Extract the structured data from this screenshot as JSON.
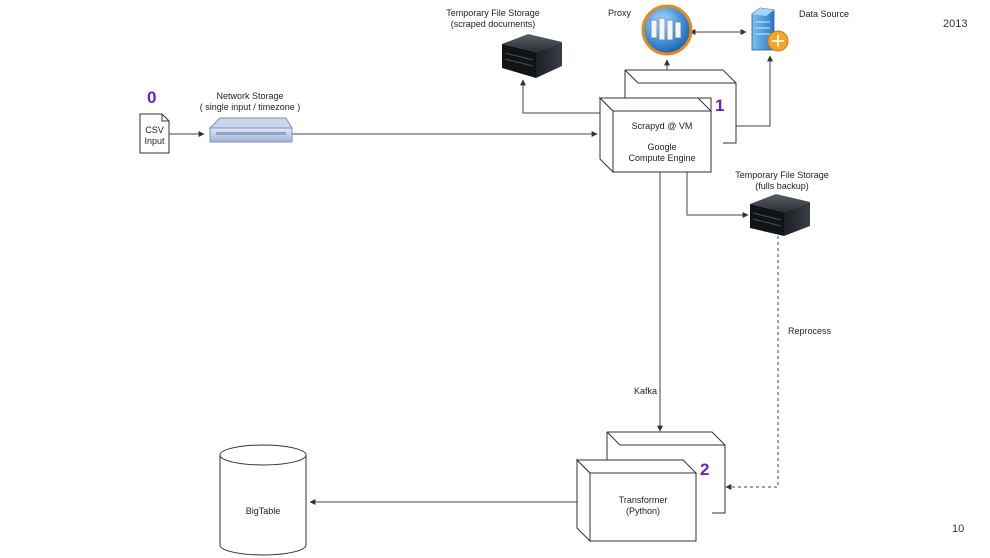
{
  "slide": {
    "year": "2013",
    "page_number": "10"
  },
  "nodes": {
    "step0_number": "0",
    "csv_input": {
      "line1": "CSV",
      "line2": "Input"
    },
    "network_storage": {
      "line1": "Network Storage",
      "line2": "( single input / timezone )"
    },
    "temp_storage_scraped": {
      "line1": "Temporary File Storage",
      "line2": "(scraped documents)"
    },
    "proxy": "Proxy",
    "data_source": "Data Source",
    "step1_number": "1",
    "scrapyd": {
      "line1": "Scrapyd @ VM",
      "line2": "Google",
      "line3": "Compute Engine"
    },
    "temp_storage_fulls": {
      "line1": "Temporary File Storage",
      "line2": "(fulls backup)"
    },
    "step2_number": "2",
    "transformer": {
      "line1": "Transformer",
      "line2": "(Python)"
    },
    "bigtable": "BigTable"
  },
  "edges": {
    "kafka": "Kafka",
    "reprocess": "Reprocess"
  },
  "icons": {
    "file": "file-icon",
    "nas": "network-storage-icon",
    "server": "server-icon",
    "proxy": "proxy-icon",
    "data_source": "data-source-icon",
    "database": "database-icon"
  },
  "colors": {
    "step_number": "#6a1fd1",
    "lines": "#444444"
  }
}
